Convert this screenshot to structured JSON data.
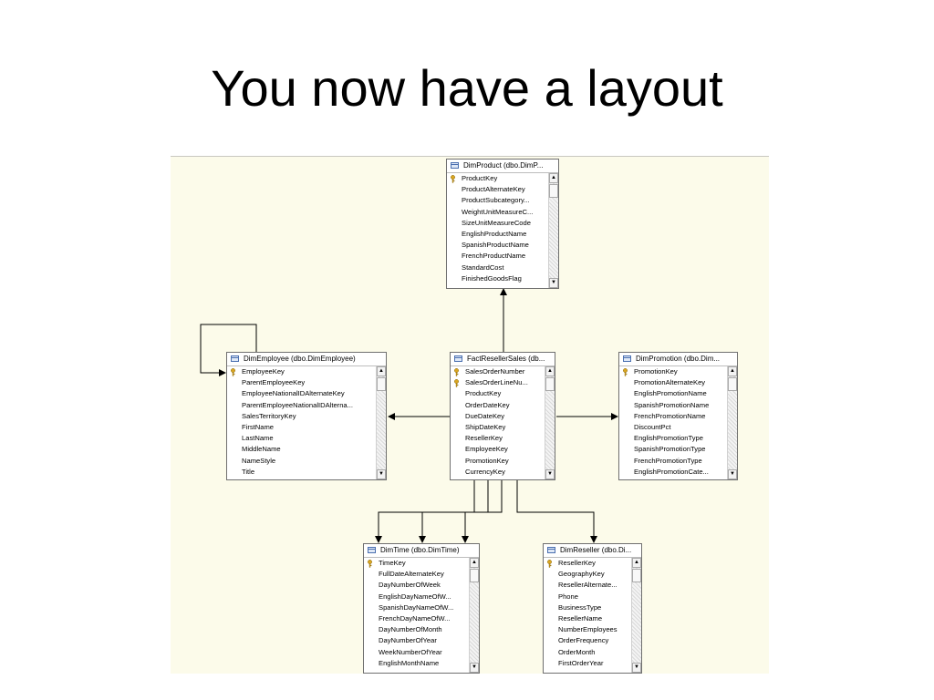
{
  "slide": {
    "title": "You now have a layout"
  },
  "icons": {
    "primary_key": "key-icon",
    "table": "table-icon",
    "scroll_up": "▲",
    "scroll_down": "▼"
  },
  "colors": {
    "canvas_bg": "#fcfbea",
    "table_border": "#6f6f6f",
    "key": "#d9a520",
    "connector": "#000000"
  },
  "tables": {
    "dim_product": {
      "title": "DimProduct (dbo.DimP...",
      "columns": [
        {
          "name": "ProductKey",
          "pk": true
        },
        {
          "name": "ProductAlternateKey",
          "pk": false
        },
        {
          "name": "ProductSubcategory...",
          "pk": false
        },
        {
          "name": "WeightUnitMeasureC...",
          "pk": false
        },
        {
          "name": "SizeUnitMeasureCode",
          "pk": false
        },
        {
          "name": "EnglishProductName",
          "pk": false
        },
        {
          "name": "SpanishProductName",
          "pk": false
        },
        {
          "name": "FrenchProductName",
          "pk": false
        },
        {
          "name": "StandardCost",
          "pk": false
        },
        {
          "name": "FinishedGoodsFlag",
          "pk": false
        }
      ]
    },
    "dim_employee": {
      "title": "DimEmployee (dbo.DimEmployee)",
      "columns": [
        {
          "name": "EmployeeKey",
          "pk": true
        },
        {
          "name": "ParentEmployeeKey",
          "pk": false
        },
        {
          "name": "EmployeeNationalIDAlternateKey",
          "pk": false
        },
        {
          "name": "ParentEmployeeNationalIDAlterna...",
          "pk": false
        },
        {
          "name": "SalesTerritoryKey",
          "pk": false
        },
        {
          "name": "FirstName",
          "pk": false
        },
        {
          "name": "LastName",
          "pk": false
        },
        {
          "name": "MiddleName",
          "pk": false
        },
        {
          "name": "NameStyle",
          "pk": false
        },
        {
          "name": "Title",
          "pk": false
        }
      ]
    },
    "fact_reseller_sales": {
      "title": "FactResellerSales (db...",
      "columns": [
        {
          "name": "SalesOrderNumber",
          "pk": true
        },
        {
          "name": "SalesOrderLineNu...",
          "pk": true
        },
        {
          "name": "ProductKey",
          "pk": false
        },
        {
          "name": "OrderDateKey",
          "pk": false
        },
        {
          "name": "DueDateKey",
          "pk": false
        },
        {
          "name": "ShipDateKey",
          "pk": false
        },
        {
          "name": "ResellerKey",
          "pk": false
        },
        {
          "name": "EmployeeKey",
          "pk": false
        },
        {
          "name": "PromotionKey",
          "pk": false
        },
        {
          "name": "CurrencyKey",
          "pk": false
        }
      ]
    },
    "dim_promotion": {
      "title": "DimPromotion (dbo.Dim...",
      "columns": [
        {
          "name": "PromotionKey",
          "pk": true
        },
        {
          "name": "PromotionAlternateKey",
          "pk": false
        },
        {
          "name": "EnglishPromotionName",
          "pk": false
        },
        {
          "name": "SpanishPromotionName",
          "pk": false
        },
        {
          "name": "FrenchPromotionName",
          "pk": false
        },
        {
          "name": "DiscountPct",
          "pk": false
        },
        {
          "name": "EnglishPromotionType",
          "pk": false
        },
        {
          "name": "SpanishPromotionType",
          "pk": false
        },
        {
          "name": "FrenchPromotionType",
          "pk": false
        },
        {
          "name": "EnglishPromotionCate...",
          "pk": false
        }
      ]
    },
    "dim_time": {
      "title": "DimTime (dbo.DimTime)",
      "columns": [
        {
          "name": "TimeKey",
          "pk": true
        },
        {
          "name": "FullDateAlternateKey",
          "pk": false
        },
        {
          "name": "DayNumberOfWeek",
          "pk": false
        },
        {
          "name": "EnglishDayNameOfW...",
          "pk": false
        },
        {
          "name": "SpanishDayNameOfW...",
          "pk": false
        },
        {
          "name": "FrenchDayNameOfW...",
          "pk": false
        },
        {
          "name": "DayNumberOfMonth",
          "pk": false
        },
        {
          "name": "DayNumberOfYear",
          "pk": false
        },
        {
          "name": "WeekNumberOfYear",
          "pk": false
        },
        {
          "name": "EnglishMonthName",
          "pk": false
        }
      ]
    },
    "dim_reseller": {
      "title": "DimReseller (dbo.Di...",
      "columns": [
        {
          "name": "ResellerKey",
          "pk": true
        },
        {
          "name": "GeographyKey",
          "pk": false
        },
        {
          "name": "ResellerAlternate...",
          "pk": false
        },
        {
          "name": "Phone",
          "pk": false
        },
        {
          "name": "BusinessType",
          "pk": false
        },
        {
          "name": "ResellerName",
          "pk": false
        },
        {
          "name": "NumberEmployees",
          "pk": false
        },
        {
          "name": "OrderFrequency",
          "pk": false
        },
        {
          "name": "OrderMonth",
          "pk": false
        },
        {
          "name": "FirstOrderYear",
          "pk": false
        }
      ]
    }
  }
}
